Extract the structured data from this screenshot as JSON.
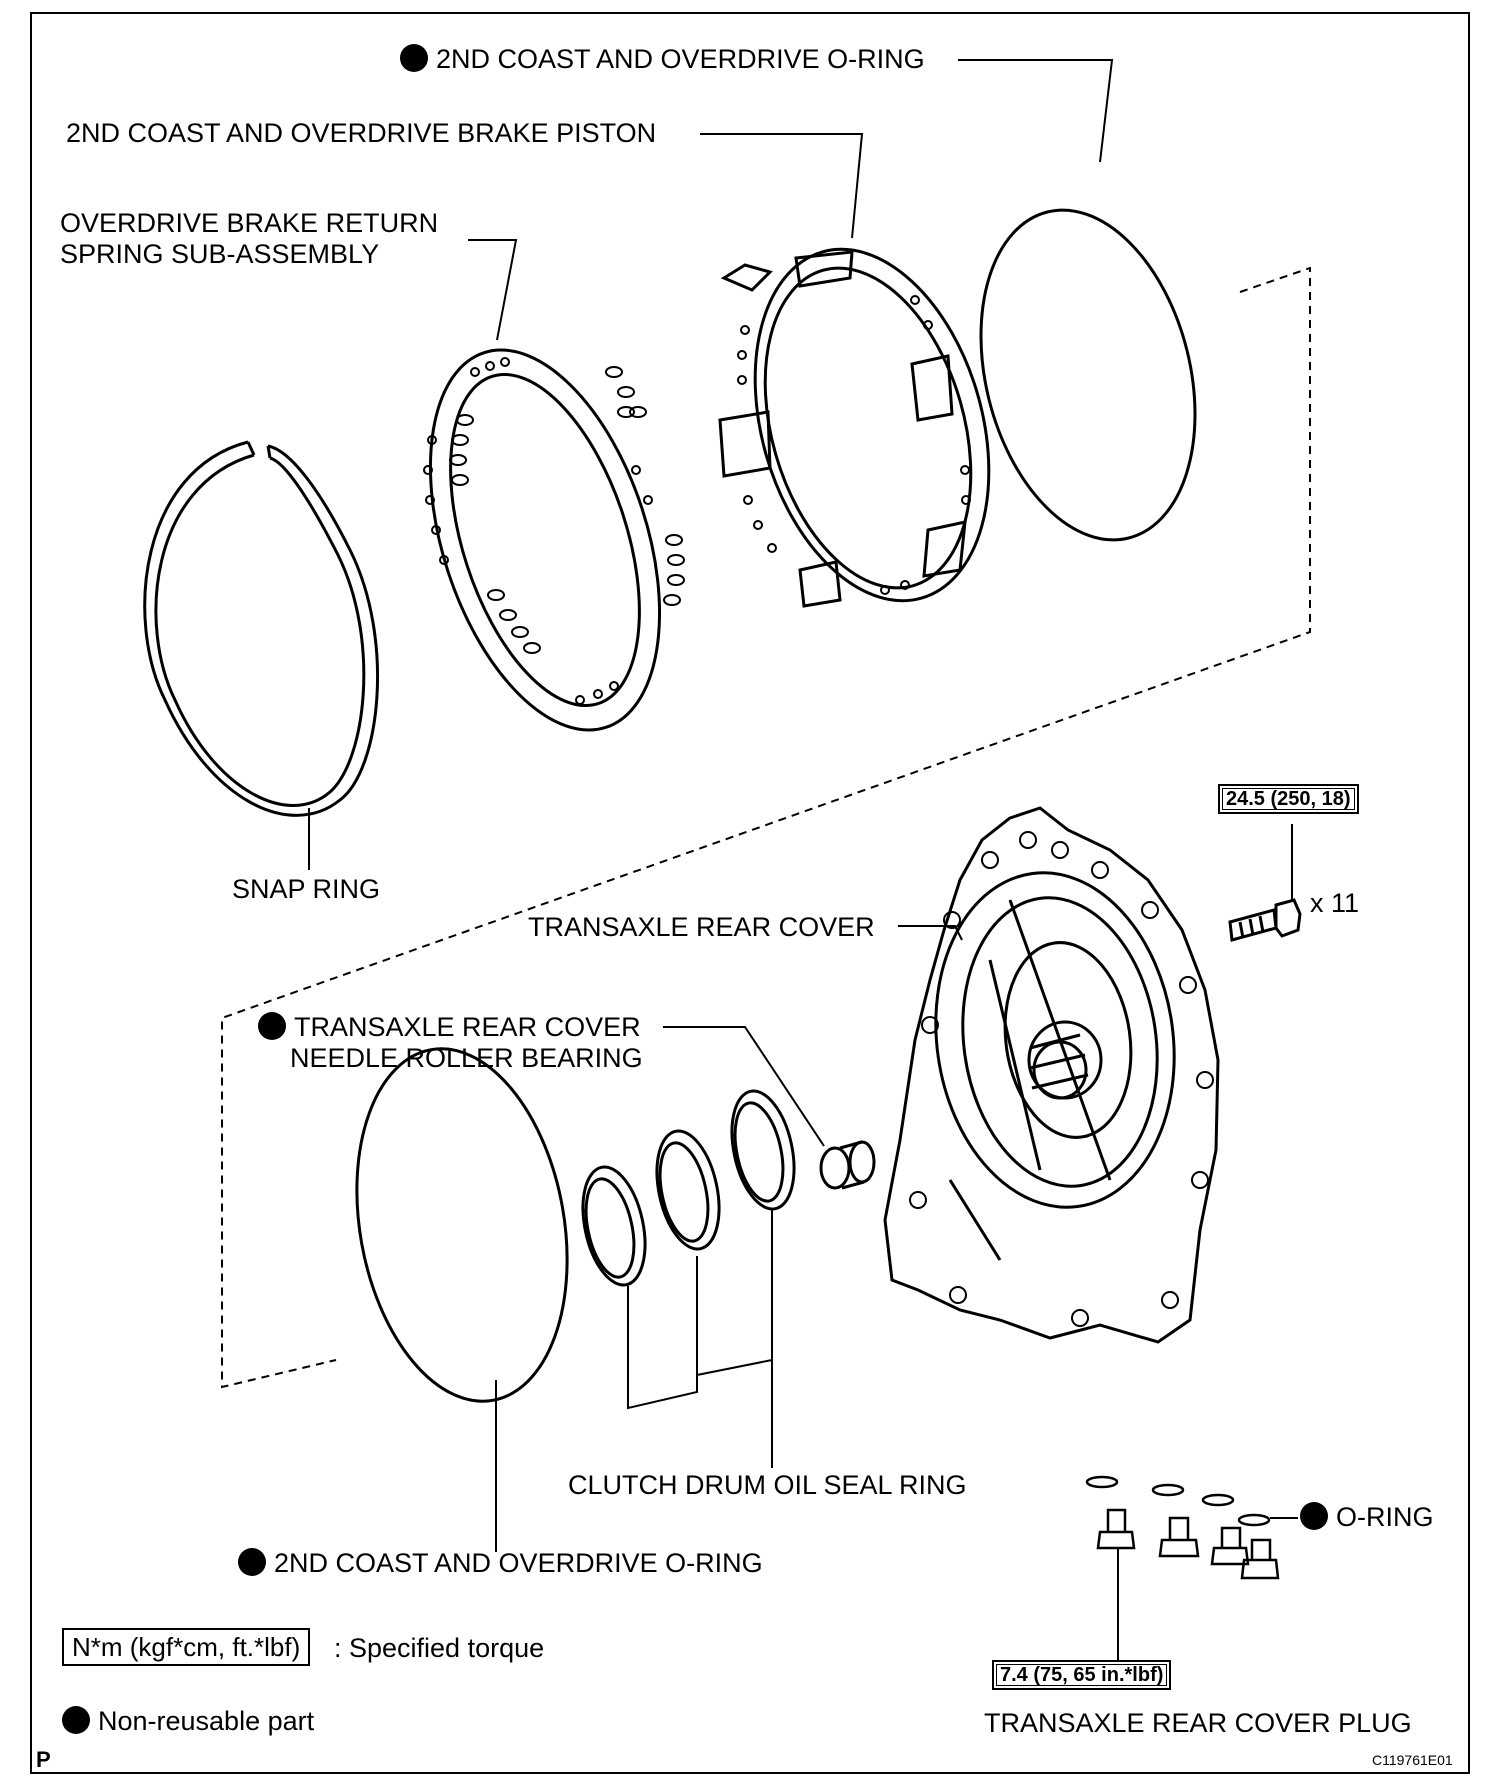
{
  "labels": {
    "oring_top": "2ND COAST AND OVERDRIVE O-RING",
    "brake_piston": "2ND COAST AND OVERDRIVE BRAKE PISTON",
    "return_spring_line1": "OVERDRIVE BRAKE RETURN",
    "return_spring_line2": "SPRING SUB-ASSEMBLY",
    "snap_ring": "SNAP RING",
    "rear_cover": "TRANSAXLE REAR COVER",
    "bearing_line1": "TRANSAXLE REAR COVER",
    "bearing_line2": "NEEDLE ROLLER BEARING",
    "seal_ring": "CLUTCH DRUM OIL SEAL RING",
    "oring_bottom": "2ND COAST AND OVERDRIVE O-RING",
    "oring_small": "O-RING",
    "plug": "TRANSAXLE REAR COVER PLUG",
    "bolt_count": "x 11"
  },
  "torques": {
    "cover_bolt": "24.5 (250, 18)",
    "plug": "7.4 (75, 65 in.*lbf)"
  },
  "legend": {
    "torque_unit": "N*m (kgf*cm, ft.*lbf)",
    "torque_desc": ": Specified torque",
    "nonreusable": "Non-reusable part"
  },
  "footer": {
    "corner_mark": "P",
    "figure_id": "C119761E01"
  }
}
